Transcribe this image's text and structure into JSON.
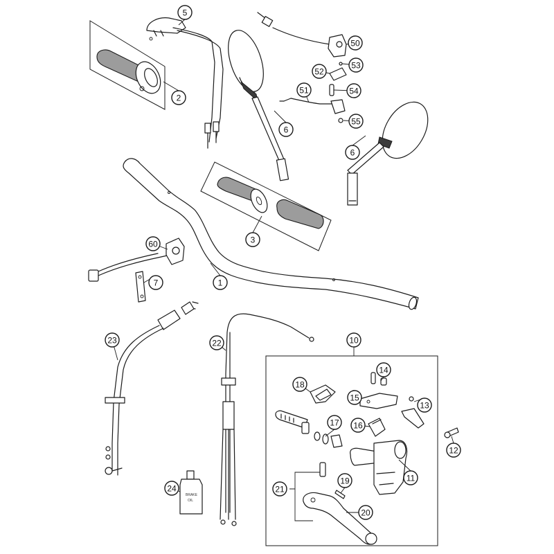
{
  "callouts": [
    {
      "id": "c1",
      "label": "1"
    },
    {
      "id": "c2",
      "label": "2"
    },
    {
      "id": "c3",
      "label": "3"
    },
    {
      "id": "c5",
      "label": "5"
    },
    {
      "id": "c6a",
      "label": "6"
    },
    {
      "id": "c6b",
      "label": "6"
    },
    {
      "id": "c7",
      "label": "7"
    },
    {
      "id": "c10",
      "label": "10"
    },
    {
      "id": "c11",
      "label": "11"
    },
    {
      "id": "c12",
      "label": "12"
    },
    {
      "id": "c13",
      "label": "13"
    },
    {
      "id": "c14",
      "label": "14"
    },
    {
      "id": "c15",
      "label": "15"
    },
    {
      "id": "c16",
      "label": "16"
    },
    {
      "id": "c17",
      "label": "17"
    },
    {
      "id": "c18",
      "label": "18"
    },
    {
      "id": "c19",
      "label": "19"
    },
    {
      "id": "c20",
      "label": "20"
    },
    {
      "id": "c21",
      "label": "21"
    },
    {
      "id": "c22",
      "label": "22"
    },
    {
      "id": "c23",
      "label": "23"
    },
    {
      "id": "c24",
      "label": "24"
    },
    {
      "id": "c50",
      "label": "50"
    },
    {
      "id": "c51",
      "label": "51"
    },
    {
      "id": "c52",
      "label": "52"
    },
    {
      "id": "c53",
      "label": "53"
    },
    {
      "id": "c54",
      "label": "54"
    },
    {
      "id": "c55",
      "label": "55"
    },
    {
      "id": "c60",
      "label": "60"
    }
  ],
  "bottle_label": [
    "BRAKE",
    "OIL"
  ]
}
